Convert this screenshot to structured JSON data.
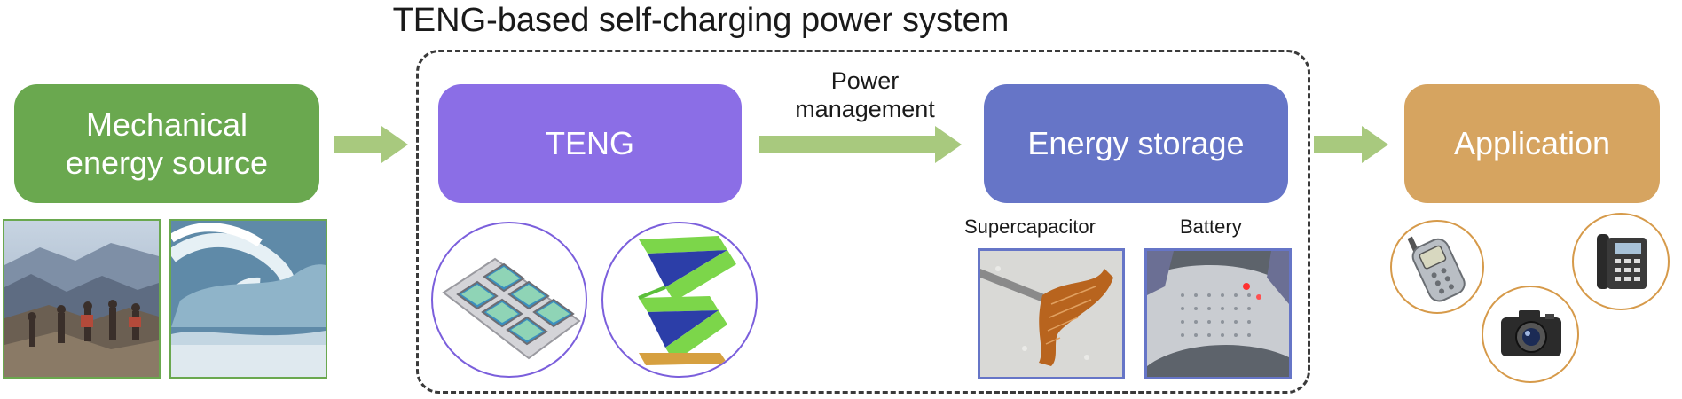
{
  "title": "TENG-based self-charging power system",
  "nodes": {
    "mechanical": "Mechanical\nenergy source",
    "teng": "TENG",
    "storage": "Energy storage",
    "application": "Application"
  },
  "power_management_label": "Power\nmanagement",
  "storage_items": {
    "supercapacitor": "Supercapacitor",
    "battery": "Battery"
  },
  "colors": {
    "mechanical": "#6aa84f",
    "teng": "#8b6ee6",
    "storage": "#6675c7",
    "application": "#d6a460",
    "arrow": "#a8c97e"
  }
}
